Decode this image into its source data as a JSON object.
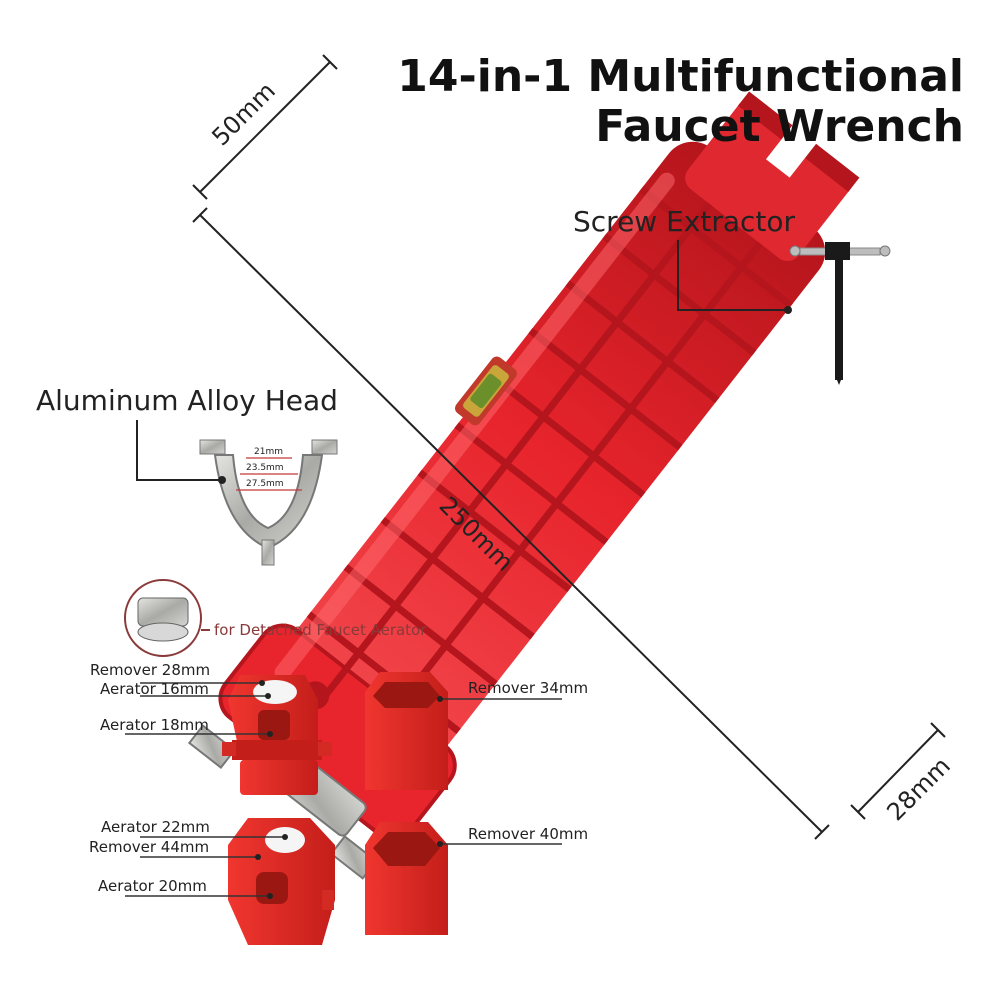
{
  "title": {
    "line1": "14-in-1 Multifunctional",
    "line2": "Faucet Wrench"
  },
  "dimensions": {
    "head_width": "50mm",
    "length": "250mm",
    "tail_width": "28mm"
  },
  "callouts": {
    "screw_extractor": "Screw Extractor",
    "aluminum_head": "Aluminum Alloy Head",
    "head_inner_sizes": [
      "21mm",
      "23.5mm",
      "27.5mm"
    ],
    "aerator_note": "for Detached Faucet Aerator"
  },
  "sockets": {
    "left_top": [
      "Remover 28mm",
      "Aerator 16mm",
      "Aerator 18mm"
    ],
    "right_top": [
      "Remover 34mm"
    ],
    "left_bottom": [
      "Aerator 22mm",
      "Remover 44mm",
      "Aerator 20mm"
    ],
    "right_bottom": [
      "Remover 40mm"
    ]
  },
  "colors": {
    "wrench_red": "#e8242c",
    "wrench_dark": "#b5151c",
    "metal": "#b8b8b4",
    "aerator_note_text": "#8a3a3a"
  }
}
